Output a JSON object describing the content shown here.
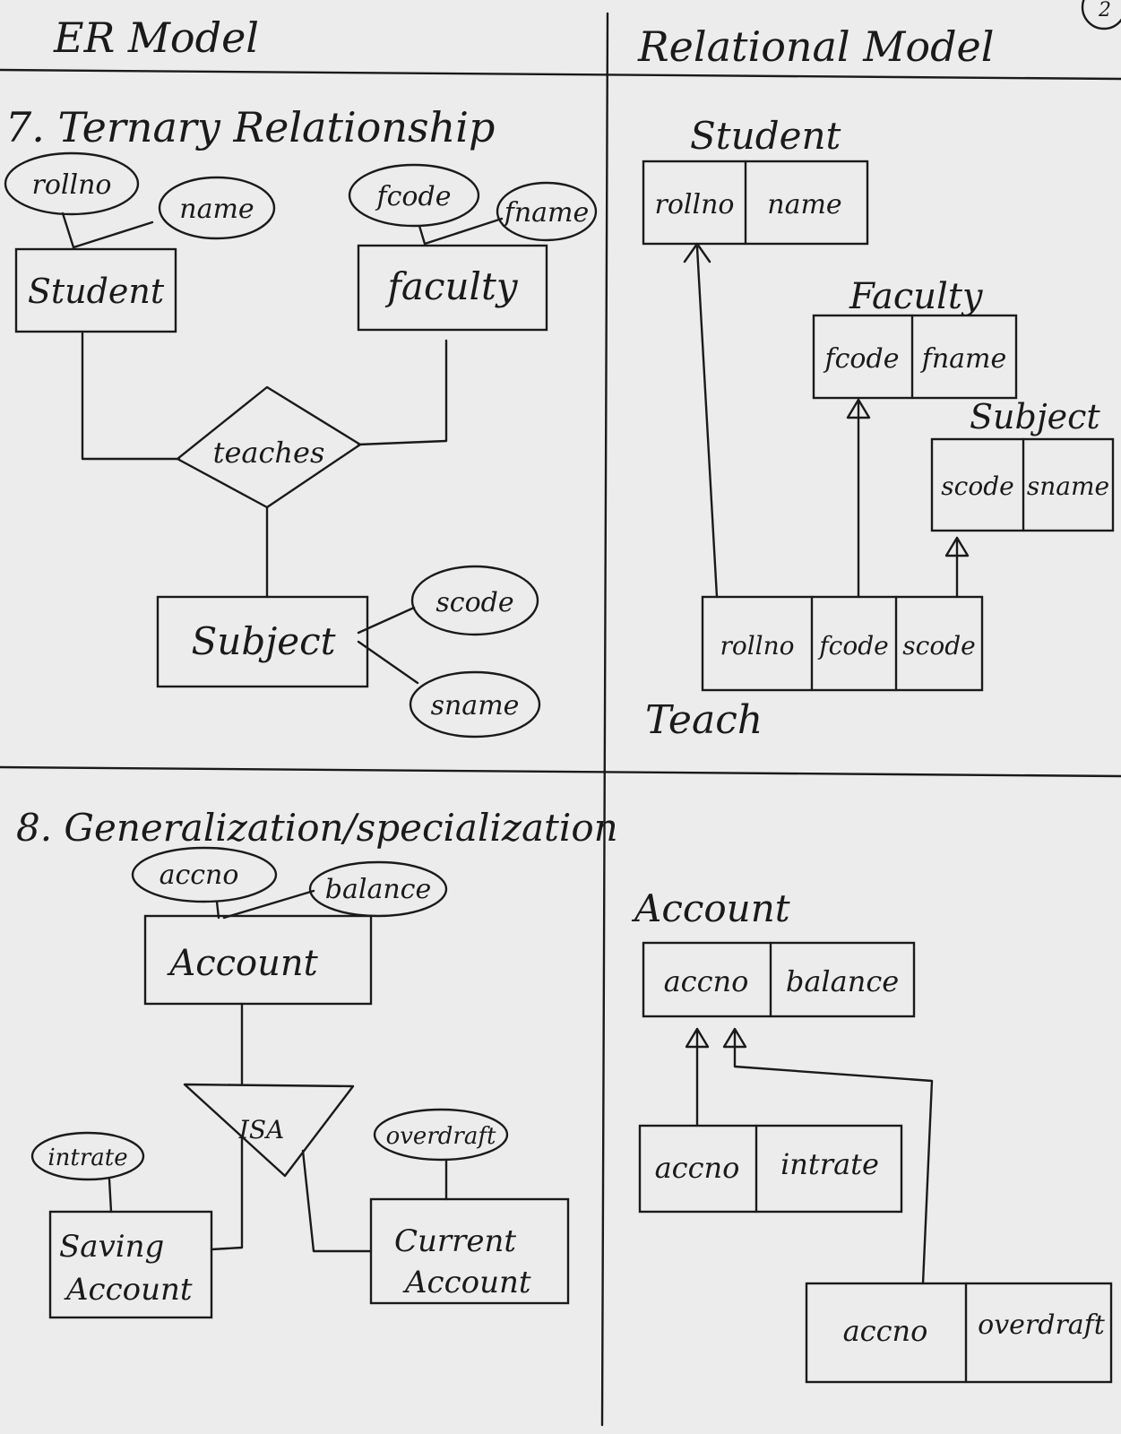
{
  "headers": {
    "left": "ER Model",
    "right": "Relational Model",
    "page_number": "2"
  },
  "section7": {
    "title": "7. Ternary Relationship",
    "er": {
      "entity_student": "Student",
      "entity_faculty": "faculty",
      "entity_subject": "Subject",
      "relationship": "teaches",
      "attr_rollno": "rollno",
      "attr_name": "name",
      "attr_fcode": "fcode",
      "attr_fname": "fname",
      "attr_scode": "scode",
      "attr_sname": "sname"
    },
    "rel": {
      "student": {
        "name": "Student",
        "cols": [
          "rollno",
          "name"
        ]
      },
      "faculty": {
        "name": "Faculty",
        "cols": [
          "fcode",
          "fname"
        ]
      },
      "subject": {
        "name": "Subject",
        "cols": [
          "scode",
          "sname"
        ]
      },
      "teach": {
        "name": "Teach",
        "cols": [
          "rollno",
          "fcode",
          "scode"
        ]
      }
    }
  },
  "section8": {
    "title": "8. Generalization/specialization",
    "er": {
      "entity_account": "Account",
      "attr_accno": "accno",
      "attr_balance": "balance",
      "isa": "ISA",
      "entity_saving": [
        "Saving",
        "Account"
      ],
      "entity_current": [
        "Current",
        "Account"
      ],
      "attr_intrate": "intrate",
      "attr_overdraft": "overdraft"
    },
    "rel": {
      "account": {
        "name": "Account",
        "cols": [
          "accno",
          "balance"
        ]
      },
      "saving": {
        "cols": [
          "accno",
          "intrate"
        ]
      },
      "current": {
        "cols": [
          "accno",
          "overdraft"
        ]
      }
    }
  }
}
